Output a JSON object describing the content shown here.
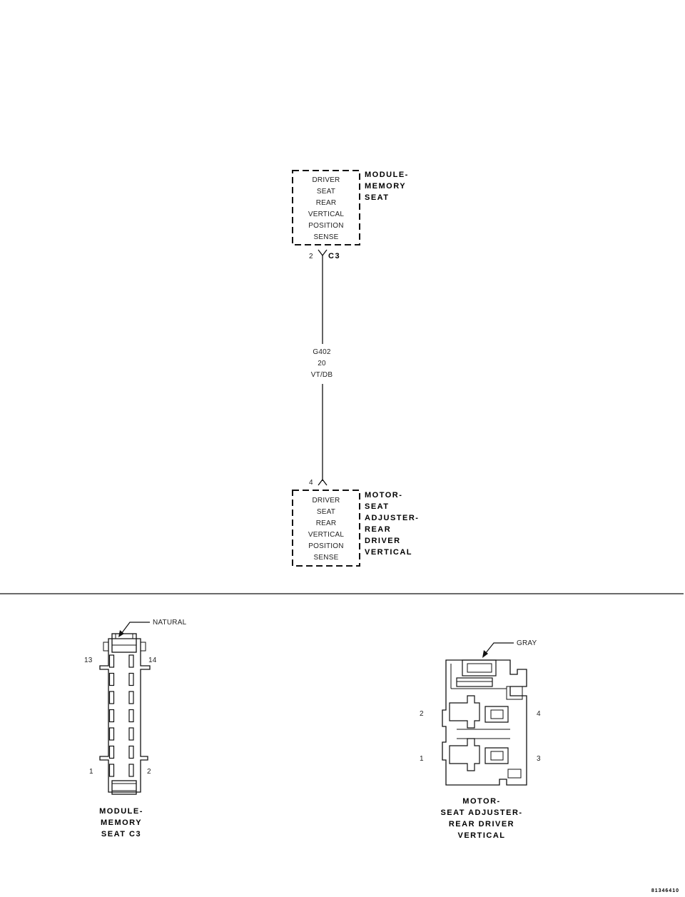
{
  "module": {
    "box_lines": [
      "DRIVER",
      "SEAT",
      "REAR",
      "VERTICAL",
      "POSITION",
      "SENSE"
    ],
    "name_lines": [
      "MODULE-",
      "MEMORY",
      "SEAT"
    ],
    "pin": "2",
    "connector": "C3"
  },
  "wire": {
    "lines": [
      "G402",
      "20",
      "VT/DB"
    ]
  },
  "motor": {
    "pin": "4",
    "box_lines": [
      "DRIVER",
      "SEAT",
      "REAR",
      "VERTICAL",
      "POSITION",
      "SENSE"
    ],
    "name_lines": [
      "MOTOR-",
      "SEAT",
      "ADJUSTER-",
      "REAR",
      "DRIVER",
      "VERTICAL"
    ]
  },
  "connector_left": {
    "color_label": "NATURAL",
    "pins": {
      "top_left": "13",
      "top_right": "14",
      "bottom_left": "1",
      "bottom_right": "2"
    },
    "caption_lines": [
      "MODULE-",
      "MEMORY",
      "SEAT C3"
    ]
  },
  "connector_right": {
    "color_label": "GRAY",
    "pins": {
      "upper_left": "2",
      "upper_right": "4",
      "lower_left": "1",
      "lower_right": "3"
    },
    "caption_lines": [
      "MOTOR-",
      "SEAT ADJUSTER-",
      "REAR DRIVER",
      "VERTICAL"
    ]
  },
  "figure_id": "81346410"
}
